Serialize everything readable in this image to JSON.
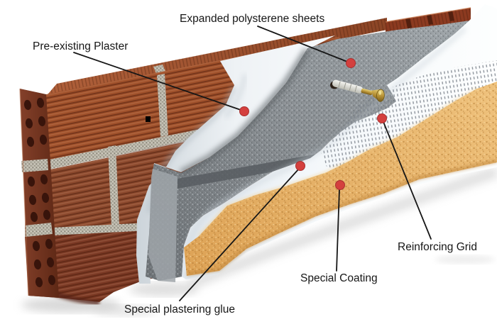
{
  "diagram": {
    "type": "construction-cutaway",
    "subject": "External wall thermal insulation system (ETICS) cutaway illustration",
    "background_color": "#ffffff",
    "text_color": "#161616",
    "labels": [
      {
        "id": "expanded-polystyrene-sheets",
        "text": "Expanded polysterene sheets"
      },
      {
        "id": "pre-existing-plaster",
        "text": "Pre-existing Plaster"
      },
      {
        "id": "special-plastering-glue",
        "text": "Special plastering glue"
      },
      {
        "id": "special-coating",
        "text": "Special Coating"
      },
      {
        "id": "reinforcing-grid",
        "text": "Reinforcing Grid"
      }
    ],
    "callout_style": {
      "dot_color": "#d4403e",
      "dot_edge_color": "#a93131",
      "line_color": "#161616"
    },
    "materials": [
      {
        "name": "brick-wall",
        "color": "#9a4c2a"
      },
      {
        "name": "mortar-joints",
        "color": "#b7b3a6"
      },
      {
        "name": "pre-existing-plaster",
        "color": "#e9eef2"
      },
      {
        "name": "eps-insulation",
        "color": "#8b9094"
      },
      {
        "name": "plastering-glue",
        "color": "#f4f8fb"
      },
      {
        "name": "reinforcing-mesh",
        "color": "#9298a0"
      },
      {
        "name": "special-coating",
        "color": "#e2a95c"
      },
      {
        "name": "anchor-sleeve",
        "color": "#e9e9e4"
      },
      {
        "name": "anchor-screw",
        "color": "#c7a23b"
      }
    ]
  }
}
